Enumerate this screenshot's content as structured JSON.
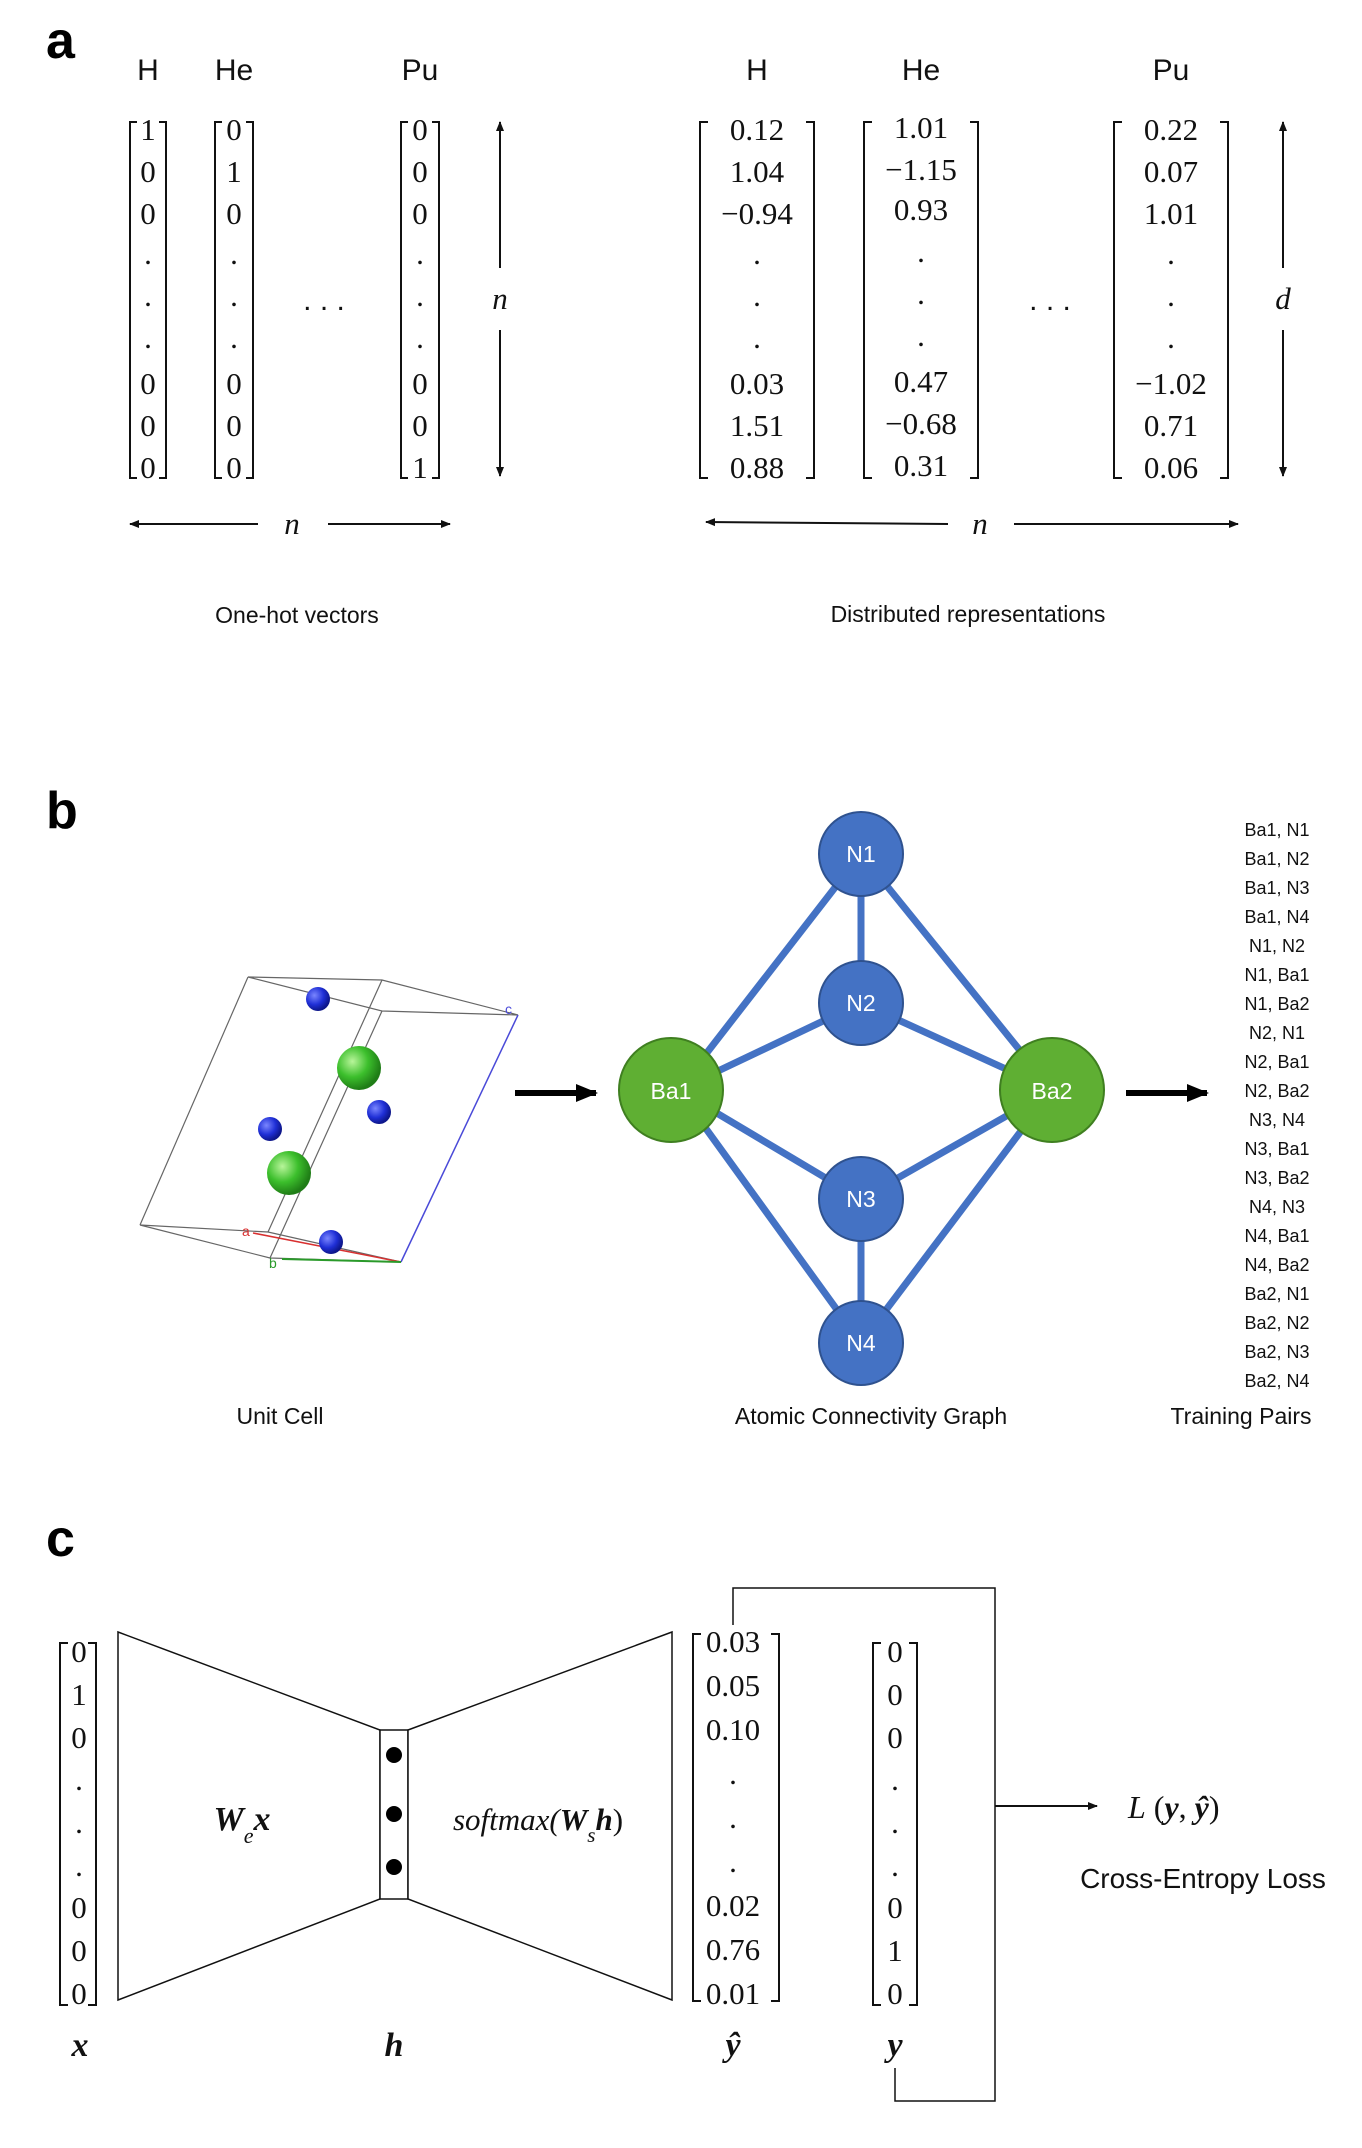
{
  "panel_a": {
    "label": "a",
    "onehot": {
      "caption": "One-hot vectors",
      "dim_label": "n",
      "width_label": "n",
      "dots": ". . .",
      "vectors": [
        {
          "element": "H",
          "values": [
            "1",
            "0",
            "0",
            ".",
            ".",
            ".",
            "0",
            "0",
            "0"
          ]
        },
        {
          "element": "He",
          "values": [
            "0",
            "1",
            "0",
            ".",
            ".",
            ".",
            "0",
            "0",
            "0"
          ]
        },
        {
          "element": "Pu",
          "values": [
            "0",
            "0",
            "0",
            ".",
            ".",
            ".",
            "0",
            "0",
            "1"
          ]
        }
      ]
    },
    "distributed": {
      "caption": "Distributed representations",
      "dim_label": "d",
      "width_label": "n",
      "dots": ". . .",
      "vectors": [
        {
          "element": "H",
          "values": [
            "0.12",
            "1.04",
            "−0.94",
            ".",
            ".",
            ".",
            "0.03",
            "1.51",
            "0.88"
          ]
        },
        {
          "element": "He",
          "values": [
            "1.01",
            "−1.15",
            "0.93",
            ".",
            ".",
            ".",
            "0.47",
            "−0.68",
            "0.31"
          ]
        },
        {
          "element": "Pu",
          "values": [
            "0.22",
            "0.07",
            "1.01",
            ".",
            ".",
            ".",
            "−1.02",
            "0.71",
            "0.06"
          ]
        }
      ]
    }
  },
  "panel_b": {
    "label": "b",
    "unit_cell_caption": "Unit Cell",
    "axis_labels": {
      "a": "a",
      "b": "b",
      "c": "c"
    },
    "graph_caption": "Atomic Connectivity Graph",
    "pairs_caption": "Training Pairs",
    "nodes": [
      {
        "id": "N1",
        "element": "N",
        "color": "#4472C4"
      },
      {
        "id": "N2",
        "element": "N",
        "color": "#4472C4"
      },
      {
        "id": "N3",
        "element": "N",
        "color": "#4472C4"
      },
      {
        "id": "N4",
        "element": "N",
        "color": "#4472C4"
      },
      {
        "id": "Ba1",
        "element": "Ba",
        "color": "#5FAF33"
      },
      {
        "id": "Ba2",
        "element": "Ba",
        "color": "#5FAF33"
      }
    ],
    "edges": [
      [
        "N1",
        "N2"
      ],
      [
        "N1",
        "Ba1"
      ],
      [
        "N1",
        "Ba2"
      ],
      [
        "N2",
        "Ba1"
      ],
      [
        "N2",
        "Ba2"
      ],
      [
        "N3",
        "Ba1"
      ],
      [
        "N3",
        "Ba2"
      ],
      [
        "N3",
        "N4"
      ],
      [
        "N4",
        "Ba1"
      ],
      [
        "N4",
        "Ba2"
      ]
    ],
    "training_pairs": [
      "Ba1, N1",
      "Ba1, N2",
      "Ba1, N3",
      "Ba1, N4",
      "N1, N2",
      "N1, Ba1",
      "N1, Ba2",
      "N2, N1",
      "N2, Ba1",
      "N2, Ba2",
      "N3, N4",
      "N3, Ba1",
      "N3, Ba2",
      "N4, N3",
      "N4, Ba1",
      "N4, Ba2",
      "Ba2, N1",
      "Ba2, N2",
      "Ba2, N3",
      "Ba2, N4"
    ]
  },
  "panel_c": {
    "label": "c",
    "input_vector": [
      "0",
      "1",
      "0",
      ".",
      ".",
      ".",
      "0",
      "0",
      "0"
    ],
    "prediction_vector": [
      "0.03",
      "0.05",
      "0.10",
      ".",
      ".",
      ".",
      "0.02",
      "0.76",
      "0.01"
    ],
    "target_vector": [
      "0",
      "0",
      "0",
      ".",
      ".",
      ".",
      "0",
      "1",
      "0"
    ],
    "x_symbol": "x",
    "h_symbol": "h",
    "yhat_symbol": "ŷ",
    "y_symbol": "y",
    "encoder_main": "W",
    "encoder_sub": "e",
    "encoder_var": "x",
    "decoder_prefix": "softmax(",
    "decoder_main": "W",
    "decoder_sub": "s",
    "decoder_var": "h",
    "decoder_suffix": ")",
    "loss_L": "L",
    "loss_open": " (",
    "loss_y": "y",
    "loss_comma": ", ",
    "loss_yhat": "ŷ",
    "loss_close": ")",
    "loss_caption": "Cross-Entropy Loss"
  },
  "colors": {
    "nitrogen": "#4472C4",
    "barium": "#5FAF33",
    "edge": "#4472C4"
  }
}
